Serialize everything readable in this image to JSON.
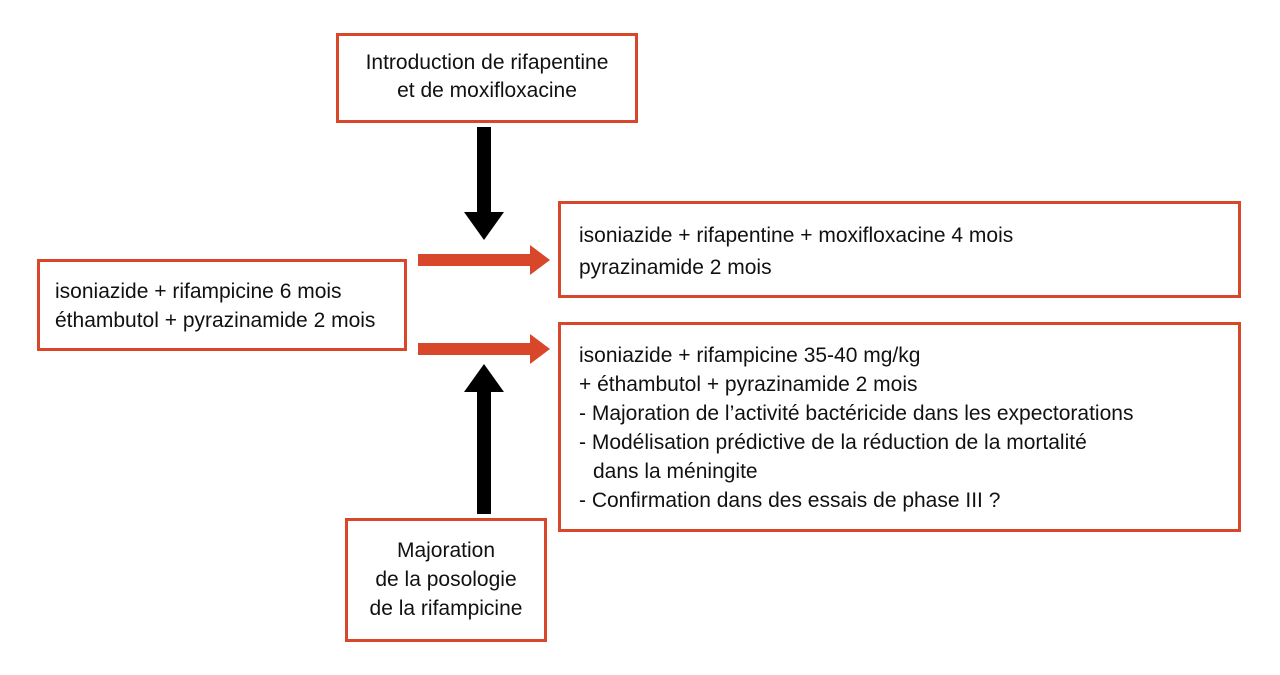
{
  "colors": {
    "box_border": "#d9472b",
    "orange_arrow": "#d9472b",
    "black_arrow": "#000000"
  },
  "top_box": {
    "lines": [
      "Introduction de rifapentine",
      "et de moxifloxacine"
    ]
  },
  "left_box": {
    "lines": [
      "isoniazide + rifampicine 6 mois",
      "éthambutol + pyrazinamide 2 mois"
    ]
  },
  "right_top_box": {
    "lines": [
      "isoniazide + rifapentine + moxifloxacine 4 mois",
      "pyrazinamide 2 mois"
    ]
  },
  "right_bottom_box": {
    "lines": [
      "isoniazide + rifampicine 35-40 mg/kg",
      "+ éthambutol + pyrazinamide 2 mois",
      "- Majoration de l’activité bactéricide dans les expectorations",
      "- Modélisation prédictive de la réduction de la mortalité",
      "dans la méningite",
      "- Confirmation dans des essais de phase III ?"
    ]
  },
  "bottom_box": {
    "lines": [
      "Majoration",
      "de la posologie",
      "de la rifampicine"
    ]
  }
}
